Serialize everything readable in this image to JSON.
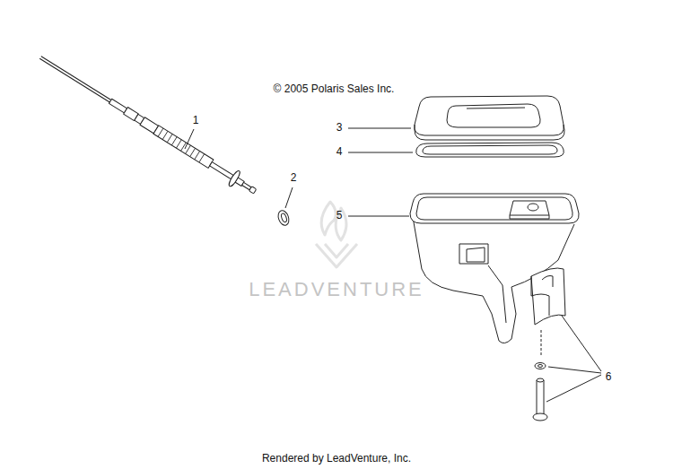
{
  "diagram": {
    "labels": [
      "© 2005 Polaris Sales Inc.",
      "1",
      "2",
      "3",
      "4",
      "5",
      "6",
      "LEADVENTURE",
      "Rendered by LeadVenture, Inc."
    ]
  }
}
